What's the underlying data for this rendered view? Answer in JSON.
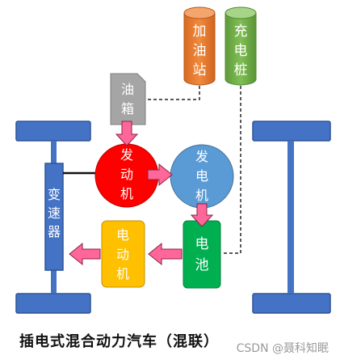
{
  "nodes": {
    "gas_station": "加油站",
    "charging_pile": "充电桩",
    "fuel_tank": "油箱",
    "engine": "发动机",
    "generator": "发电机",
    "transmission": "变速器",
    "motor": "电动机",
    "battery": "电池"
  },
  "caption": "插电式混合动力汽车（混联）",
  "watermark": "CSDN @聂科知眠",
  "colors": {
    "gas_station": "#ED7D31",
    "charging_pile": "#70AD47",
    "fuel_tank": "#A5A5A5",
    "engine": "#FF0000",
    "generator": "#5B9BD5",
    "transmission": "#4472C4",
    "motor": "#FFC000",
    "battery": "#00B050",
    "arrow": "#FF6699",
    "wheel": "#4472C4"
  }
}
